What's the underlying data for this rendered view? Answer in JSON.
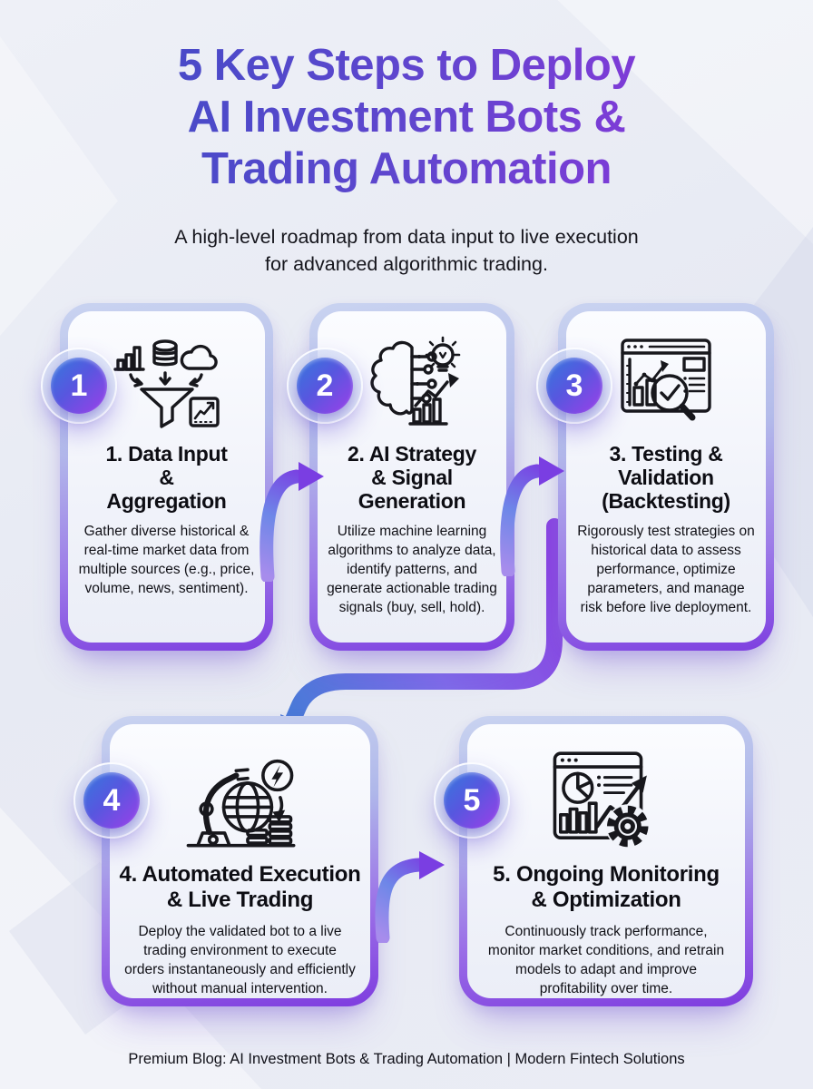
{
  "header": {
    "title_lines": [
      "5 Key Steps to Deploy",
      "AI Investment Bots &",
      "Trading Automation"
    ],
    "subtitle_lines": [
      "A high-level roadmap from data input to live execution",
      "for advanced algorithmic trading."
    ]
  },
  "steps": [
    {
      "number": "1",
      "icon": "data-aggregation-icon",
      "title_lines": [
        "1. Data Input",
        "&",
        "Aggregation"
      ],
      "body": "Gather diverse historical & real-time market data from multiple sources (e.g., price, volume, news, sentiment)."
    },
    {
      "number": "2",
      "icon": "ai-strategy-icon",
      "title_lines": [
        "2. AI Strategy",
        "& Signal",
        "Generation"
      ],
      "body": "Utilize machine learning algorithms to analyze data, identify patterns, and generate actionable trading signals (buy, sell, hold)."
    },
    {
      "number": "3",
      "icon": "backtesting-icon",
      "title_lines": [
        "3. Testing &",
        "Validation",
        "(Backtesting)"
      ],
      "body": "Rigorously test strategies on historical data to assess performance, optimize parameters, and manage risk before live deployment."
    },
    {
      "number": "4",
      "icon": "automated-execution-icon",
      "title_lines": [
        "4. Automated Execution",
        "& Live Trading"
      ],
      "body": "Deploy the validated bot to a live trading environment to execute orders instantaneously and efficiently without manual intervention."
    },
    {
      "number": "5",
      "icon": "monitoring-optimization-icon",
      "title_lines": [
        "5. Ongoing Monitoring",
        "& Optimization"
      ],
      "body": "Continuously track performance, monitor market conditions, and retrain models to adapt and improve profitability over time."
    }
  ],
  "footer": {
    "text": "Premium Blog: AI Investment Bots & Trading Automation | Modern Fintech Solutions"
  },
  "colors": {
    "title_gradient_start": "#3A4DC4",
    "title_gradient_end": "#9434DD",
    "badge_gradient_start": "#3579DE",
    "badge_gradient_end": "#9C3FE9",
    "card_border_top": "#C9D3F0",
    "card_border_bottom": "#7E3FE0",
    "arrow_blue": "#4A79D8",
    "arrow_purple": "#7A3EE2",
    "background": "#E8EAF3"
  }
}
